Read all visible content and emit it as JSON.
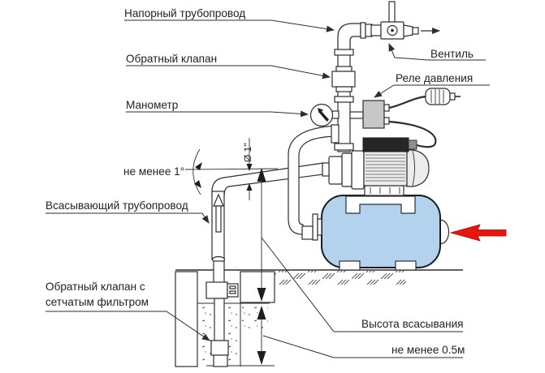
{
  "labels": {
    "discharge_pipe": "Напорный трубопровод",
    "check_valve": "Обратный клапан",
    "pressure_gauge": "Манометр",
    "min_slope": "не менее 1°",
    "suction_pipe": "Всасывающий трубопровод",
    "foot_valve_line1": "Обратный клапан с",
    "foot_valve_line2": "сетчатым фильтром",
    "outlet_valve": "Вентиль",
    "pressure_switch": "Реле давления",
    "suction_height": "Высота всасывания",
    "min_depth": "не менее 0.5м",
    "pipe_diameter": "Ø 1\""
  },
  "colors": {
    "background": "#ffffff",
    "line": "#2e2e2e",
    "text": "#222222",
    "tank_fill": "#b2d2ee",
    "relay_fill": "#c7c7c7",
    "motor_fill": "#ececec",
    "terminal_box_fill": "#262626",
    "highlight_arrow": "#e8140e"
  }
}
